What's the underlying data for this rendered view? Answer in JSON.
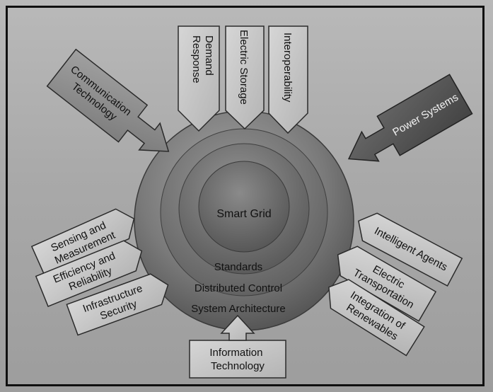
{
  "center": {
    "label": "Smart Grid"
  },
  "rings": [
    {
      "label": "Standards"
    },
    {
      "label": "Distributed Control"
    },
    {
      "label": "System Architecture"
    }
  ],
  "top_tabs": [
    {
      "lines": [
        "Demand",
        "Response"
      ]
    },
    {
      "lines": [
        "Electric Storage"
      ]
    },
    {
      "lines": [
        "Interoperability"
      ]
    }
  ],
  "big_arrows": {
    "left": {
      "lines": [
        "Communication",
        "Technology"
      ]
    },
    "right": {
      "lines": [
        "Power Systems"
      ]
    },
    "bottom": {
      "lines": [
        "Information",
        "Technology"
      ]
    }
  },
  "left_tabs": [
    {
      "lines": [
        "Sensing and",
        "Measurement"
      ]
    },
    {
      "lines": [
        "Efficiency and",
        "Reliability"
      ]
    },
    {
      "lines": [
        "Infrastructure",
        "Security"
      ]
    }
  ],
  "right_tabs": [
    {
      "lines": [
        "Intelligent Agents"
      ]
    },
    {
      "lines": [
        "Electric",
        "Transportation"
      ]
    },
    {
      "lines": [
        "Integration of",
        "Renewables"
      ]
    }
  ],
  "colors": {
    "sphere_outer": "#777777",
    "sphere_inner": "#5f5f5f",
    "tab_fill": "#c6c6c6",
    "dark_arrow": "#5a5a5a",
    "mid_arrow": "#8a8a8a"
  }
}
